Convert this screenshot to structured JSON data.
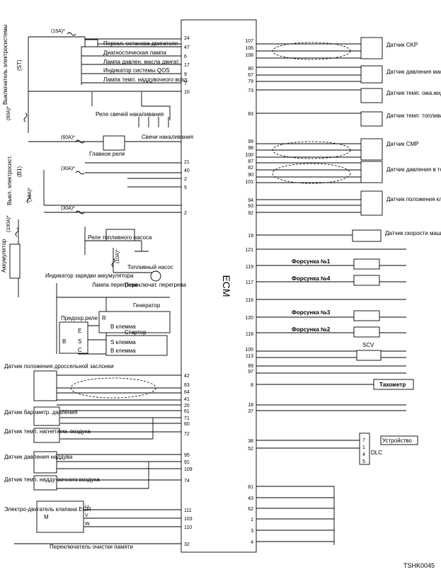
{
  "ecm_label": "ECM",
  "diagram_code": "TSHK0045",
  "left_pins": [
    "24",
    "47",
    "6",
    "17",
    "9",
    "7",
    "10",
    "21",
    "40",
    "2",
    "5",
    "2",
    "42",
    "63",
    "64",
    "41",
    "20",
    "61",
    "71",
    "60",
    "72",
    "95",
    "91",
    "109",
    "74",
    "111",
    "103",
    "110",
    "32"
  ],
  "right_pins": [
    "107",
    "106",
    "108",
    "80",
    "67",
    "79",
    "73",
    "83",
    "99",
    "98",
    "100",
    "87",
    "82",
    "90",
    "101",
    "94",
    "93",
    "92",
    "19",
    "121",
    "119",
    "117",
    "116",
    "120",
    "118",
    "105",
    "113",
    "89",
    "97",
    "8",
    "18",
    "37",
    "38",
    "52",
    "81",
    "43",
    "62",
    "1",
    "3",
    "4"
  ],
  "ecm_left_labels": {
    "stop_switch": "Перекл. останова двигателя",
    "diag_lamp": "Диагностическая лампа",
    "oil_lamp": "Лампа давлен. масла двигат.",
    "qos_lamp": "Индикатор системы QOS",
    "boost_temp_lamp": "Лампа темп. наддувочного возд."
  },
  "glow": {
    "relay": "Реле свечей накаливания",
    "plugs": "Свечи накаливания"
  },
  "power": {
    "starter_switch": "Выключатель электросистемы",
    "st_terminal": "(ST)",
    "main_switch": "Выкл. электросист.",
    "b1_terminal": "(B1)",
    "main_relay": "Главное реле",
    "fuel_relay": "Реле топливного насоса",
    "fuel_pump": "Топливный насос",
    "battery": "Аккумулятор",
    "charge_ind": "Индикатор зарядки аккумулятора",
    "overheat_lamp": "Лампа перегрева",
    "overheat_switch": "Переключат. перегрева",
    "generator": "Генератор",
    "gen_r": "R",
    "gen_b_term": "B клемма",
    "safety_relay": "Предохр.реле",
    "sr_e": "E",
    "sr_b": "B",
    "sr_s": "S",
    "sr_c": "C",
    "starter": "Стартер",
    "st_s_term": "S клемма",
    "st_b_term": "B клемма"
  },
  "fuses": [
    "(15A)*",
    "(60A)*",
    "(60A)*",
    "(30A)*",
    "(30A)*",
    "(10A)*",
    "(100A)*",
    "(10A)*"
  ],
  "left_sensors": {
    "throttle": "Датчик положения дроссельной заслонки",
    "baro": "Датчик барометр. давления",
    "intake_temp": "Датчик темп. нагнетаем. воздуха",
    "boost_press": "Датчик давления наддува",
    "boost_temp": "Датчик темп. надду-вочного воздуха",
    "egr_motor": "Электро-двигатель клапана EGR",
    "memory_clear": "Переключатель очистки памяти",
    "u": "U",
    "v": "V",
    "w": "W",
    "m": "M"
  },
  "right_labels": {
    "ckp": "Датчик CKP",
    "oil_press": "Датчик давления масла в двигателе",
    "coolant_temp": "Датчик темп. ожа.жидкости двигателя",
    "fuel_temp": "Датчик темп. топлива",
    "cmp": "Датчик CMP",
    "rail_press": "Датчик давления в топливном коллекторе",
    "egr_pos": "Датчик положения клапана EGR",
    "speed": "Датчик скорости машины",
    "inj1": "Форсунка №1",
    "inj4": "Форсунка №4",
    "inj3": "Форсунка №3",
    "inj2": "Форсунка №2",
    "scv": "SCV",
    "tacho": "Тахометр",
    "device": "Устройство",
    "dlc": "DLC",
    "dlc_pins": [
      "7",
      "1",
      "4",
      "5"
    ]
  }
}
